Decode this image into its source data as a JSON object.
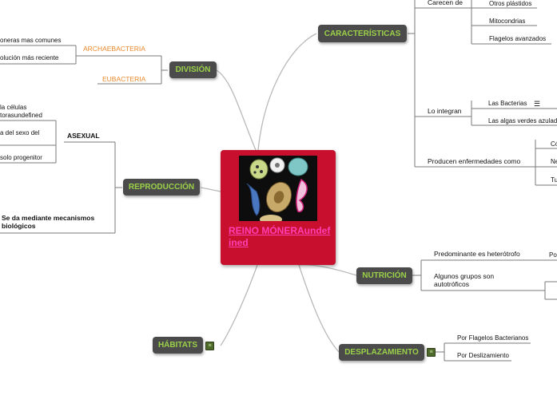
{
  "central": {
    "title": "REINO MÓNERAundefined",
    "image_description_icon": "microorganisms-photo"
  },
  "branches": {
    "caracteristicas": "CARACTERÍSTICAS",
    "division": "DIVISIÓN",
    "reproduccion": "REPRODUCCIÓN",
    "habitats": "HÁBITATS",
    "nutricion": "NUTRICIÓN",
    "desplazamiento": "DESPLAZAMIENTO"
  },
  "caracteristicas": {
    "carecen_de": "Carecen de",
    "carecen_items": [
      "Otros plástidos",
      "Mitocondrias",
      "Flagelos avanzados"
    ],
    "lo_integran": "Lo integran",
    "integran_items": [
      "Las Bacterias",
      "Las algas verdes azuladas"
    ],
    "producen": "Producen enfermedades como",
    "producen_items": [
      "Có",
      "Ne",
      "Tu"
    ]
  },
  "division": {
    "archaebacteria": "ARCHAEBACTERIA",
    "archae_items": [
      "oneras mas comunes",
      "olución más reciente"
    ],
    "eubacteria": "EUBACTERIA"
  },
  "reproduccion": {
    "asexual": "ASEXUAL",
    "asexual_items": [
      "la células",
      "torasundefined",
      "a del sexo del",
      "solo progenitor"
    ],
    "mecanismos": "Se da mediante mecanismos biológicos"
  },
  "nutricion": {
    "heterotrofo": "Predominante es heterótrofo",
    "heterotrofo_child": "Po",
    "autotroficos": "Algunos grupos son autotróficos"
  },
  "desplazamiento": {
    "items": [
      "Por Flagelos Bacterianos",
      "Por Deslizamiento"
    ]
  },
  "colors": {
    "central_bg": "#c8102e",
    "central_text": "#ff3fb5",
    "branch_bg": "#4b4b4b",
    "branch_text": "#9bd149",
    "accent_orange": "#e8892b",
    "connector": "#b5b5b5"
  }
}
